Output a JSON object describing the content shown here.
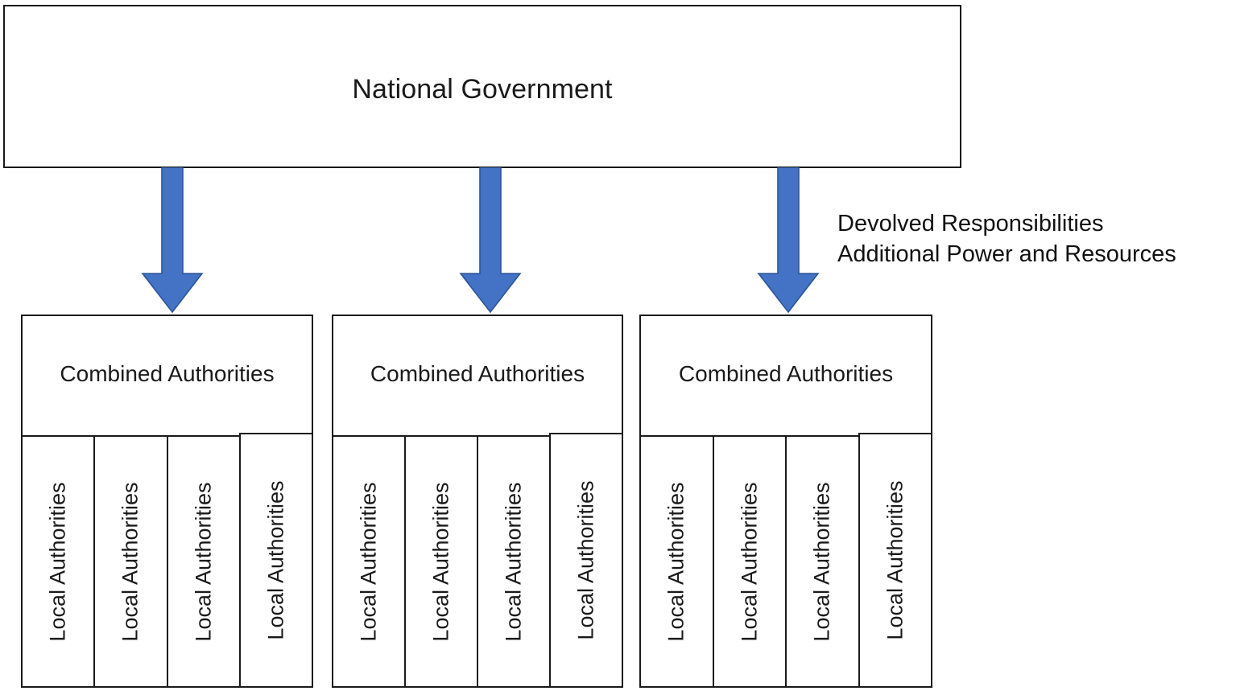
{
  "diagram": {
    "title_box": {
      "label": "National Government"
    },
    "annotation": {
      "line1": "Devolved Responsibilities",
      "line2": "Additional Power and Resources"
    },
    "arrow_color": "#4472C4",
    "arrow_outline_color": "#2E5597",
    "border_color": "#1A1A1A",
    "background_color": "#FFFFFF",
    "arrows": [
      {
        "name": "devolution-arrow-1"
      },
      {
        "name": "devolution-arrow-2"
      },
      {
        "name": "devolution-arrow-3"
      }
    ],
    "groups": [
      {
        "combined_label": "Combined Authorities",
        "locals": [
          "Local Authorities",
          "Local Authorities",
          "Local Authorities",
          "Local Authorities"
        ]
      },
      {
        "combined_label": "Combined Authorities",
        "locals": [
          "Local Authorities",
          "Local Authorities",
          "Local Authorities",
          "Local Authorities"
        ]
      },
      {
        "combined_label": "Combined Authorities",
        "locals": [
          "Local Authorities",
          "Local Authorities",
          "Local Authorities",
          "Local Authorities"
        ]
      }
    ]
  }
}
